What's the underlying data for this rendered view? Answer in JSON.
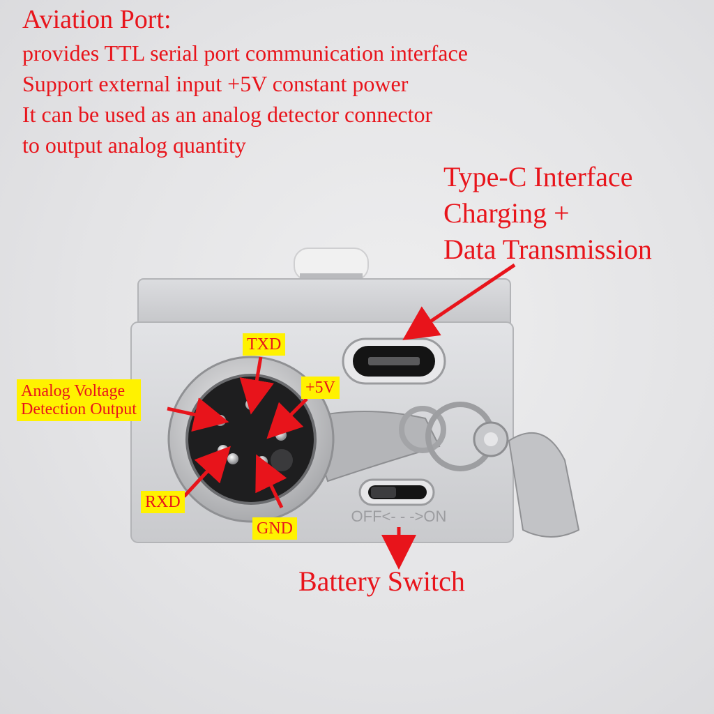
{
  "aviation_port": {
    "title": "Aviation Port:",
    "lines": [
      "provides TTL serial port communication interface",
      "Support external input +5V constant power",
      "It can be used as an analog detector connector",
      "to output analog quantity"
    ]
  },
  "type_c": {
    "lines": [
      "Type-C Interface",
      "Charging +",
      "Data Transmission"
    ]
  },
  "battery_switch": {
    "label": "Battery Switch",
    "engraving": "OFF<- - ->ON"
  },
  "pins": {
    "txd": "TXD",
    "plus5v": "+5V",
    "analog_line1": "Analog Voltage",
    "analog_line2": "Detection Output",
    "rxd": "RXD",
    "gnd": "GND"
  },
  "colors": {
    "annotation_red": "#e8141b",
    "tag_yellow": "#fff200",
    "device_silver": "#d4d5d8"
  }
}
